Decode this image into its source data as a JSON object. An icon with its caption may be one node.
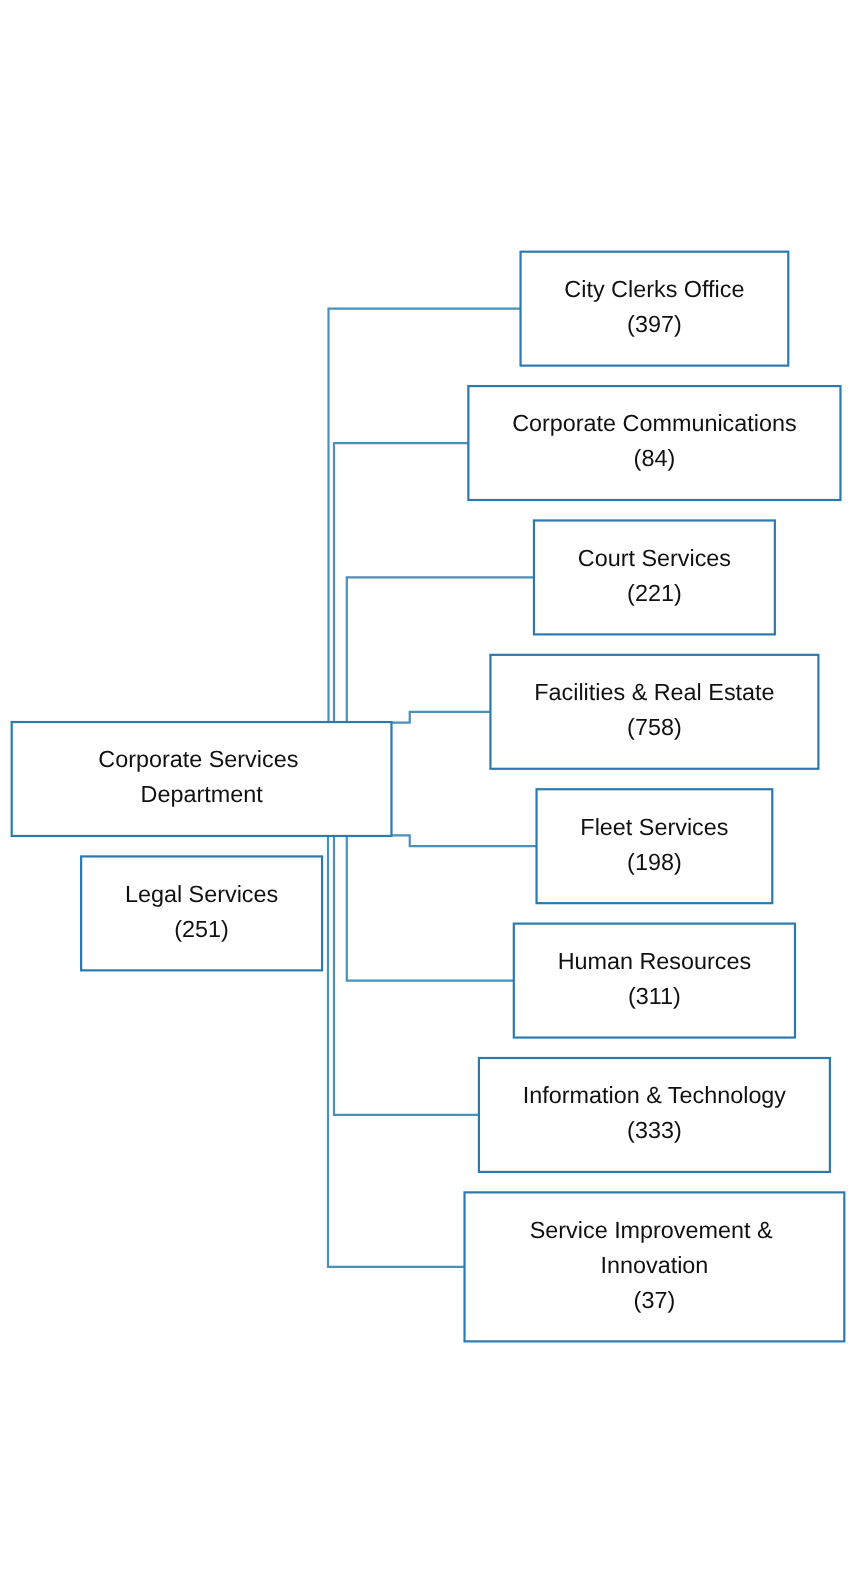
{
  "diagram": {
    "nodes": [
      {
        "text": [
          "Corporate Services Department"
        ]
      },
      {
        "text": [
          "City Clerks Office",
          "(397)"
        ]
      },
      {
        "text": [
          "Corporate Communications",
          "(84)"
        ]
      },
      {
        "text": [
          "Court Services",
          "(221)"
        ]
      },
      {
        "text": [
          "Facilities & Real Estate",
          "(758)"
        ]
      },
      {
        "text": [
          "Fleet Services",
          "(198)"
        ]
      },
      {
        "text": [
          "Human Resources",
          "(311)"
        ]
      },
      {
        "text": [
          "Information & Technology",
          "(333)"
        ]
      },
      {
        "text": [
          "Legal Services",
          "(251)"
        ]
      },
      {
        "text": [
          "Service Improvement & Innovation",
          "(37)"
        ]
      }
    ],
    "edges": [
      {
        "from": 0,
        "to": 1,
        "arrow": "none"
      },
      {
        "from": 0,
        "to": 2,
        "arrow": "none"
      },
      {
        "from": 0,
        "to": 3,
        "arrow": "none"
      },
      {
        "from": 0,
        "to": 4,
        "arrow": "none"
      },
      {
        "from": 0,
        "to": 5,
        "arrow": "none"
      },
      {
        "from": 0,
        "to": 6,
        "arrow": "none"
      },
      {
        "from": 0,
        "to": 7,
        "arrow": "none"
      },
      {
        "from": 0,
        "to": 9,
        "arrow": "none"
      }
    ]
  }
}
